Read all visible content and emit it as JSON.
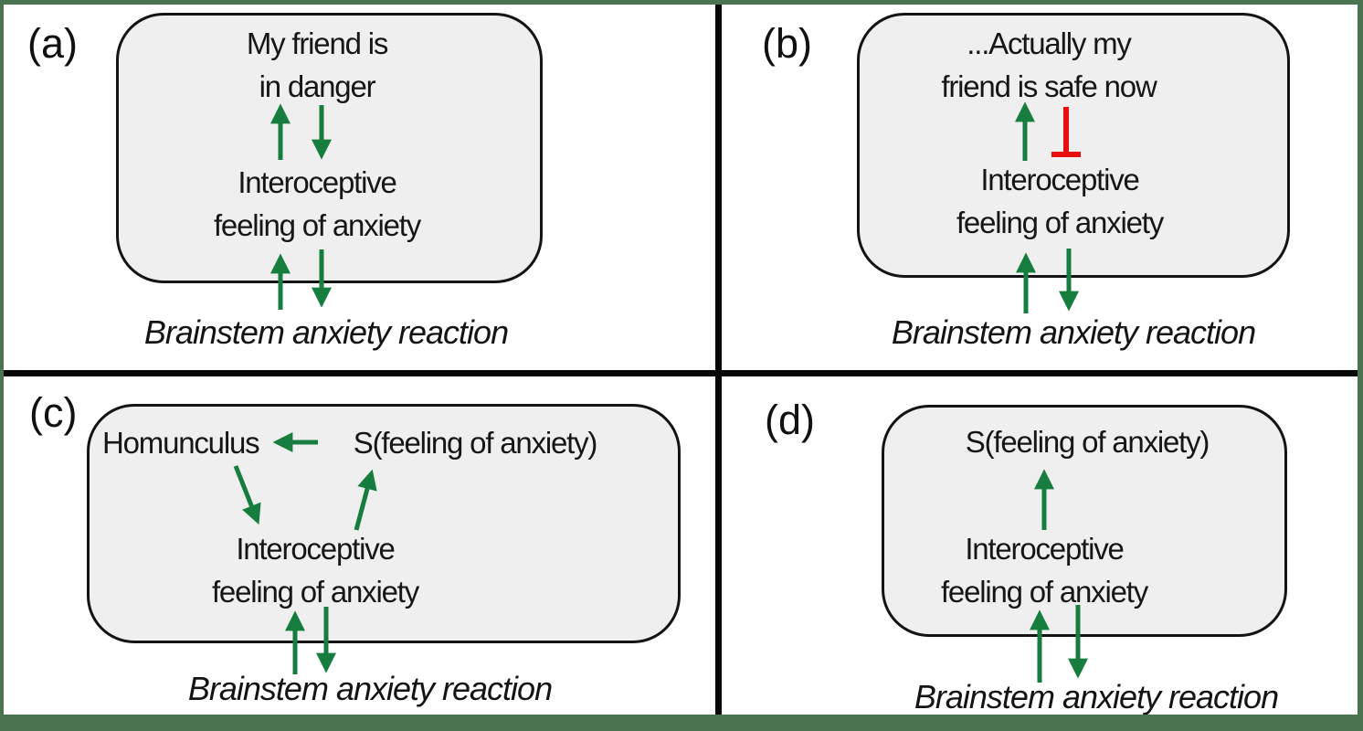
{
  "figure": {
    "type": "four-panel feedback-loop diagram",
    "colors": {
      "arrow_green": "#177d3e",
      "inhibition_red": "#ea0d0d",
      "frame_green": "#4a7450",
      "box_fill": "#efefef",
      "box_border": "#141414",
      "divider_black": "#070707",
      "background": "#ffffff"
    }
  },
  "panels": {
    "a": {
      "label": "(a)",
      "top_line1": "My friend is",
      "top_line2": "in danger",
      "mid_line1": "Interoceptive",
      "mid_line2": "feeling of anxiety",
      "caption": "Brainstem anxiety reaction"
    },
    "b": {
      "label": "(b)",
      "top_line1": "...Actually my",
      "top_line2": "friend is safe now",
      "mid_line1": "Interoceptive",
      "mid_line2": "feeling of anxiety",
      "caption": "Brainstem anxiety reaction"
    },
    "c": {
      "label": "(c)",
      "node_homunculus": "Homunculus",
      "node_s": "S(feeling of anxiety)",
      "mid_line1": "Interoceptive",
      "mid_line2": "feeling of anxiety",
      "caption": "Brainstem anxiety reaction"
    },
    "d": {
      "label": "(d)",
      "node_s": "S(feeling of anxiety)",
      "mid_line1": "Interoceptive",
      "mid_line2": "feeling of anxiety",
      "caption": "Brainstem anxiety reaction"
    }
  }
}
